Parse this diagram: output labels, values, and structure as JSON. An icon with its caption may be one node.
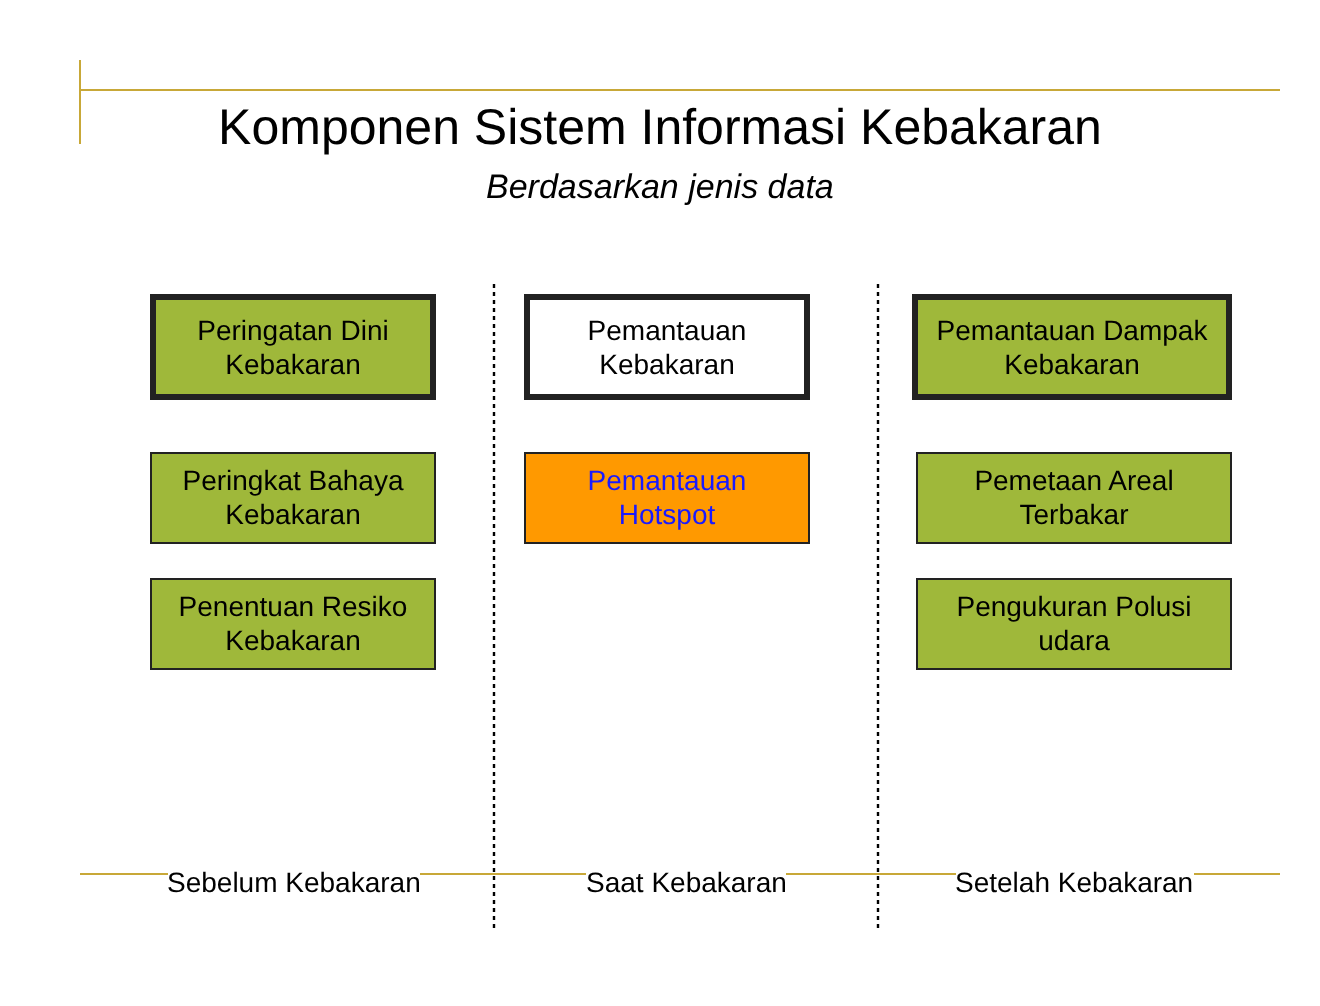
{
  "diagram": {
    "title": "Komponen Sistem Informasi Kebakaran",
    "nodes": [
      {
        "text": [
          "Peringatan Dini Kebakaran"
        ]
      },
      {
        "text": [
          "Peringkat Bahaya Kebakaran"
        ]
      },
      {
        "text": [
          "Penentuan Resiko Kebakaran"
        ]
      },
      {
        "text": [
          "Pemantauan Kebakaran"
        ]
      },
      {
        "text": [
          "Pemantauan Hotspot"
        ]
      },
      {
        "text": [
          "Pemantauan Dampak Kebakaran"
        ]
      },
      {
        "text": [
          "Pemetaan Areal Terbakar"
        ]
      },
      {
        "text": [
          "Pengukuran Polusi udara"
        ]
      }
    ],
    "labels": [
      "Berdasarkan jenis data",
      "Sebelum Kebakaran",
      "Saat Kebakaran",
      "Setelah Kebakaran"
    ]
  }
}
